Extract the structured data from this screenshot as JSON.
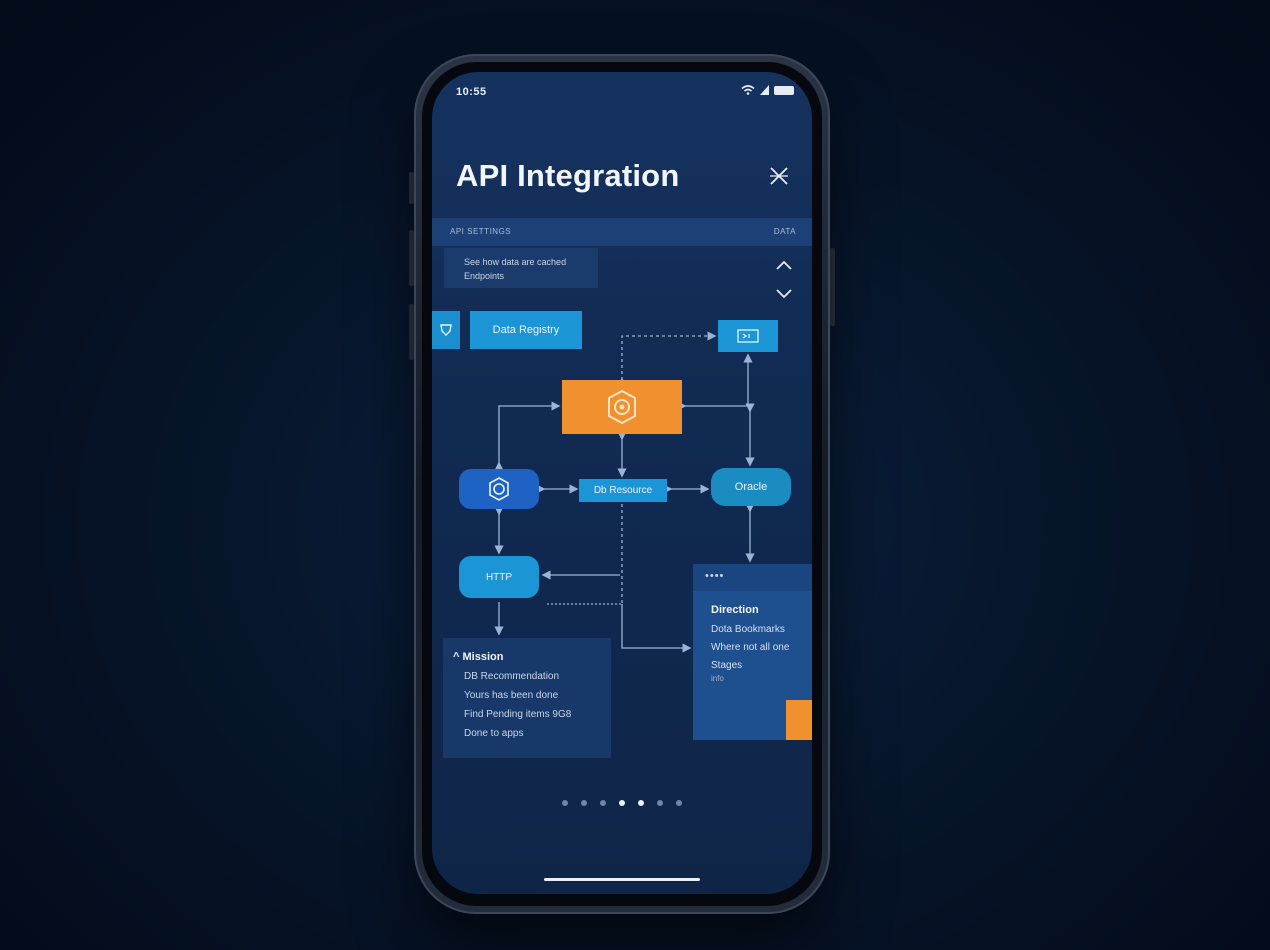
{
  "status": {
    "time": "10:55"
  },
  "header": {
    "title": "API Integration"
  },
  "bar": {
    "left": "API SETTINGS",
    "right": "DATA"
  },
  "description": {
    "line1": "See how data are cached",
    "line2": "Endpoints"
  },
  "nodes": {
    "query": "Data Registry",
    "mid": "Db Resource",
    "right1": "Oracle",
    "left2": "HTTP"
  },
  "card_left": {
    "heading": "Mission",
    "lines": [
      "DB Recommendation",
      "Yours has been done",
      "Find Pending items 9G8",
      "Done to apps"
    ]
  },
  "card_right": {
    "dots": "••••",
    "heading": "Direction",
    "lines": [
      "Dota Bookmarks",
      "Where not all one",
      "Stages"
    ],
    "small": "info"
  },
  "pager": {
    "count": 7,
    "active": 3
  },
  "colors": {
    "accent_orange": "#f0902f",
    "accent_blue": "#1b95d6",
    "background": "#0f2548"
  }
}
